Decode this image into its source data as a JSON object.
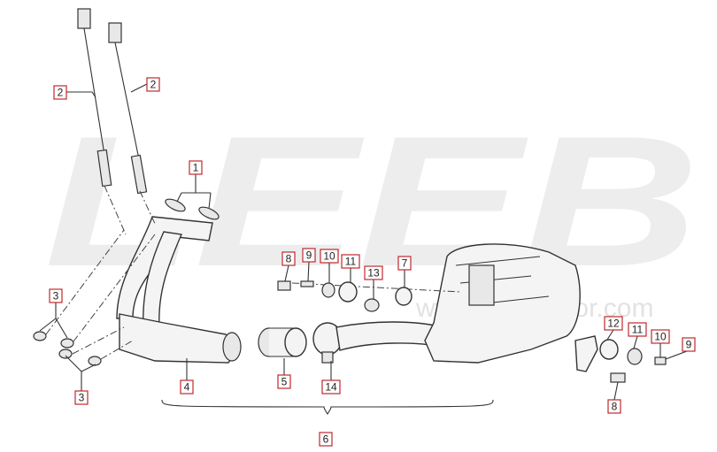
{
  "watermark": {
    "brand": "LEEB",
    "site": "www.leebmotor.com"
  },
  "callouts": [
    "1",
    "2",
    "2",
    "3",
    "3",
    "4",
    "5",
    "6",
    "7",
    "8",
    "9",
    "10",
    "11",
    "13",
    "12",
    "11",
    "10",
    "9",
    "8",
    "14"
  ]
}
